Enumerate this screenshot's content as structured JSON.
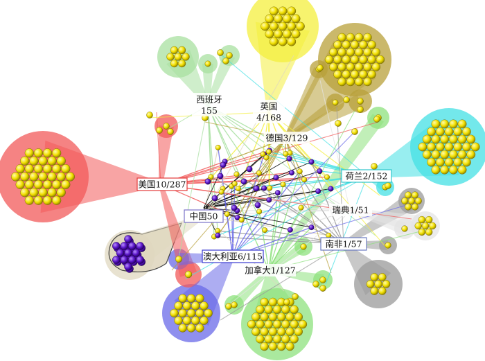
{
  "countries": [
    {
      "id": "usa",
      "label": "美国10/287",
      "color": "#f25a5a",
      "border": "#e23a3a"
    },
    {
      "id": "uk",
      "label": "英国",
      "sublabel": "4/168",
      "color": "#f4ef3e",
      "border": "#ffffff"
    },
    {
      "id": "spain",
      "label": "西班牙",
      "sublabel": "155",
      "color": "#a8e0a0",
      "border": "#ffffff"
    },
    {
      "id": "germany",
      "label": "德国3/129",
      "color": "#b8a03a",
      "border": "#ffffff"
    },
    {
      "id": "nl",
      "label": "荷兰2/152",
      "color": "#44e0e4",
      "border": "#2fc6cc"
    },
    {
      "id": "china",
      "label": "中国50",
      "color": "#e0d8c0",
      "border": "#7a72c8"
    },
    {
      "id": "sweden",
      "label": "瑞典1/51",
      "color": "#e4e4e4",
      "border": "#ffffff"
    },
    {
      "id": "sa",
      "label": "南非1/57",
      "color": "#9a9a9a",
      "border": "#6a7ac0"
    },
    {
      "id": "aus",
      "label": "澳大利亚6/115",
      "color": "#6a6ae8",
      "border": "#3a3ad0"
    },
    {
      "id": "canada",
      "label": "加拿大1/127",
      "color": "#8ee27e",
      "border": "#ffffff"
    }
  ],
  "colors": {
    "node_yellow": "#f5e400",
    "node_purple": "#5a14c8",
    "link_black": "#1a1a1a"
  }
}
